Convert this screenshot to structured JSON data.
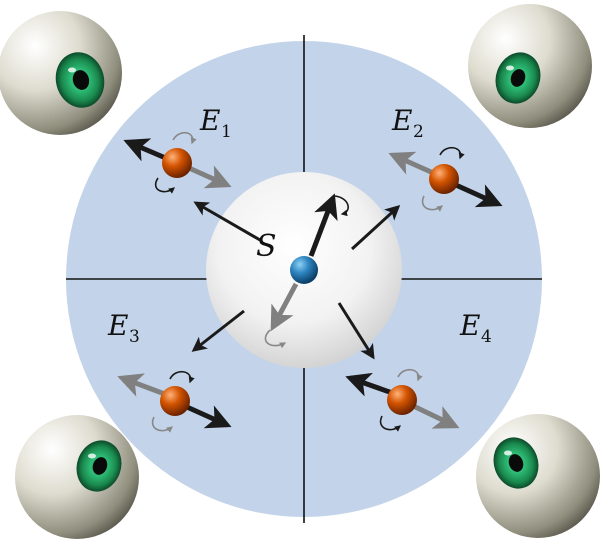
{
  "labels": {
    "system": "S",
    "environments": [
      {
        "symbol": "E",
        "subscript": "1"
      },
      {
        "symbol": "E",
        "subscript": "2"
      },
      {
        "symbol": "E",
        "subscript": "3"
      },
      {
        "symbol": "E",
        "subscript": "4"
      }
    ]
  },
  "colors": {
    "disk_fill": "#c3d4ea",
    "sphere_light": "#ffffff",
    "sphere_dark": "#d4d4d4",
    "system_spin": "#2e86c1",
    "env_spin": "#d35400",
    "arrow_dark": "#1a1a1a",
    "arrow_gray": "#808080",
    "iris": "#1f9e5a",
    "eyeball": "#c9c7b8"
  },
  "icons": [
    "eye-icon",
    "spin-particle-icon",
    "arrow-icon",
    "rotation-icon"
  ]
}
